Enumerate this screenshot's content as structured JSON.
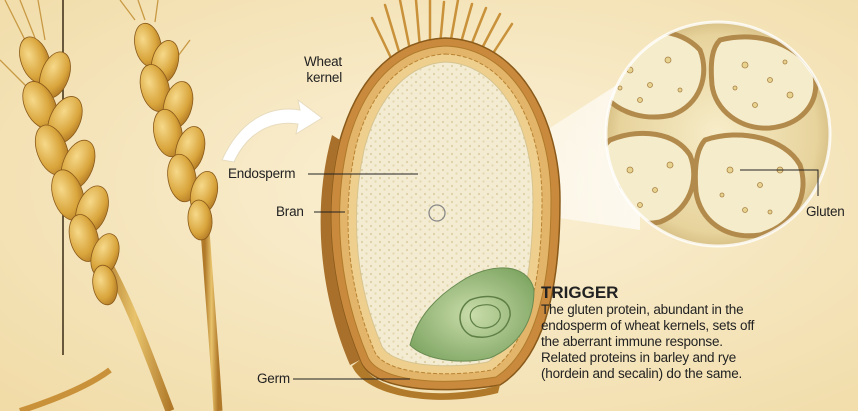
{
  "labels": {
    "wheat_kernel_line1": "Wheat",
    "wheat_kernel_line2": "kernel",
    "endosperm": "Endosperm",
    "bran": "Bran",
    "germ": "Germ",
    "gluten": "Gluten"
  },
  "trigger": {
    "title": "TRIGGER",
    "lines": [
      "The gluten protein, abundant in the",
      "endosperm of wheat kernels, sets off",
      "the aberrant immune response.",
      "Related proteins in barley and rye",
      "(hordein and secalin) do the same."
    ]
  },
  "colors": {
    "background": "#f7e8c2",
    "wheat_gold": "#d9a53c",
    "bran": "#c98a3e",
    "endosperm": "#f3ead0",
    "germ": "#9fbf86",
    "frame": "#3a2a14"
  }
}
